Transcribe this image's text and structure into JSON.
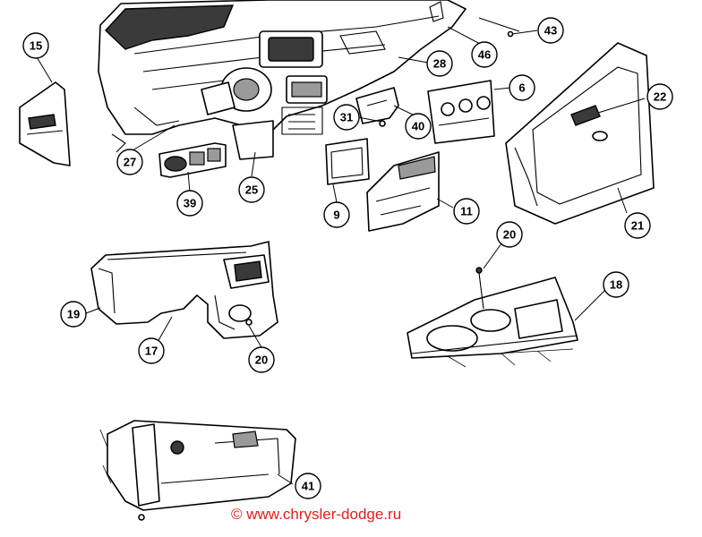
{
  "callouts": [
    {
      "id": "15",
      "label": "15"
    },
    {
      "id": "27",
      "label": "27"
    },
    {
      "id": "39",
      "label": "39"
    },
    {
      "id": "25",
      "label": "25"
    },
    {
      "id": "28",
      "label": "28"
    },
    {
      "id": "46",
      "label": "46"
    },
    {
      "id": "43",
      "label": "43"
    },
    {
      "id": "6",
      "label": "6"
    },
    {
      "id": "31",
      "label": "31"
    },
    {
      "id": "40",
      "label": "40"
    },
    {
      "id": "22",
      "label": "22"
    },
    {
      "id": "9",
      "label": "9"
    },
    {
      "id": "11",
      "label": "11"
    },
    {
      "id": "21",
      "label": "21"
    },
    {
      "id": "20a",
      "label": "20"
    },
    {
      "id": "18",
      "label": "18"
    },
    {
      "id": "19",
      "label": "19"
    },
    {
      "id": "17",
      "label": "17"
    },
    {
      "id": "20b",
      "label": "20"
    },
    {
      "id": "41",
      "label": "41"
    }
  ],
  "watermark": "© www.chrysler-dodge.ru",
  "colors": {
    "line": "#000000",
    "watermark": "#e0201c",
    "background": "#ffffff"
  }
}
